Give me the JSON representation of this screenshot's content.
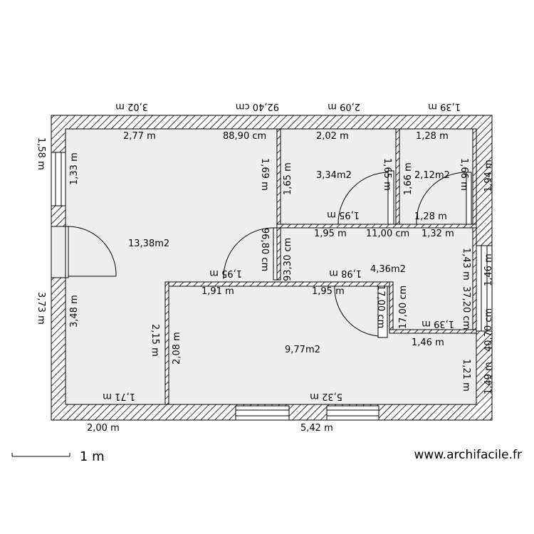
{
  "plan": {
    "areas": {
      "main_room": "13,38m2",
      "room_a": "3,34m2",
      "room_b": "2,12m2",
      "hall": "4,36m2",
      "room_c": "9,77m2"
    },
    "top_outer": [
      "3,02 m",
      "92,40 cm",
      "2,09 m",
      "1,39 m"
    ],
    "top_inner": [
      "2,77 m",
      "88,90 cm",
      "2,02 m",
      "1,28 m"
    ],
    "left_outer": [
      "1,58 m",
      "3,73 m"
    ],
    "left_inner": [
      "1,33 m",
      "3,48 m"
    ],
    "bottom_outer": [
      "2,00 m",
      "5,42 m"
    ],
    "bottom_inner": [
      "1,71 m",
      "5,32 m"
    ],
    "right_outer": [
      "1,94 m",
      "1,46 m",
      "40,70 cm",
      "1,49 m"
    ],
    "right_inner": [
      "1,43 m",
      "37,20 cm",
      "1,21 m"
    ],
    "interior": {
      "wall1_a": "1,69 m",
      "wall1_b": "1,65 m",
      "wall2_a": "1,65 m",
      "wall2_b": "1,66 m",
      "wall3_a": "1,66 m",
      "row_195_mirror": "1,95 m",
      "row_195": "1,95 m",
      "row_1100": "11,00 cm",
      "row_132": "1,32 m",
      "row_128": "1,28 m",
      "opening_a": "96,80 cm",
      "opening_b": "93,30 cm",
      "mid_195_mirror": "1,95 m",
      "mid_191": "1,91 m",
      "mid_198_mirror": "1,98 m",
      "mid_195": "1,95 m",
      "vert_215": "2,15 m",
      "vert_208": "2,08 m",
      "vert_1700_a": "17,00 cm",
      "vert_1700_b": "17,00 cm",
      "step_139_mirror": "1,39 m",
      "step_146": "1,46 m"
    }
  },
  "scale": {
    "label": "1 m"
  },
  "footer": {
    "site": "www.archifacile.fr"
  },
  "colors": {
    "floor": "#eeeeee",
    "wall": "#000000",
    "hatch": "#000000"
  }
}
